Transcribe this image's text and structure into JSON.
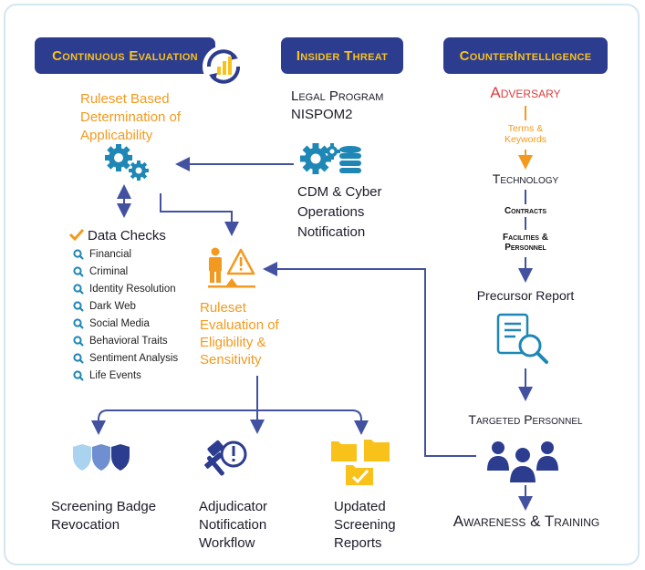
{
  "headers": {
    "continuous": "Continuous Evaluation",
    "insider": "Insider Threat",
    "counter": "CounterIntelligence"
  },
  "left": {
    "ruleset_based": [
      "Ruleset Based",
      "Determination of",
      "Applicability"
    ],
    "data_checks_title": "Data Checks",
    "data_checks": [
      "Financial",
      "Criminal",
      "Identity Resolution",
      "Dark Web",
      "Social Media",
      "Behavioral Traits",
      "Sentiment Analysis",
      "Life Events"
    ]
  },
  "middle": {
    "legal": [
      "Legal Program",
      "NISPOM2"
    ],
    "cdm": [
      "CDM & Cyber",
      "Operations",
      "Notification"
    ],
    "ruleset_eval": [
      "Ruleset",
      "Evaluation of",
      "Eligibility &",
      "Sensitivity"
    ]
  },
  "right": {
    "adversary": "Adversary",
    "terms": [
      "Terms &",
      "Keywords"
    ],
    "technology": "Technology",
    "contracts": "Contracts",
    "facilities": [
      "Facilities &",
      "Personnel"
    ],
    "precursor": "Precursor Report",
    "targeted": "Targeted Personnel",
    "awareness": "Awareness & Training"
  },
  "bottom": {
    "badge": [
      "Screening Badge",
      "Revocation"
    ],
    "adjudicator": [
      "Adjudicator",
      "Notification",
      "Workflow"
    ],
    "updated": [
      "Updated",
      "Screening",
      "Reports"
    ]
  },
  "colors": {
    "navy": "#2c3c8f",
    "arrow": "#4252a0",
    "gold": "#f9c21b",
    "orange": "#f29a1f",
    "teal": "#1e87b5",
    "red": "#e03c3c"
  },
  "icons": [
    "refresh-chart-icon",
    "gears-icon",
    "gears-database-icon",
    "person-warning-scale-icon",
    "checkmark-icon",
    "search-icon",
    "shields-icon",
    "gavel-alert-icon",
    "folders-check-icon",
    "report-search-icon",
    "team-icon"
  ]
}
